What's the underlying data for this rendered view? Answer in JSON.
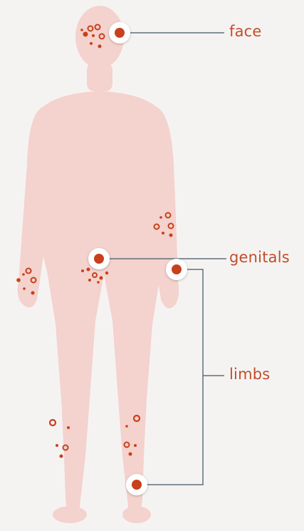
{
  "labels": {
    "face": "face",
    "genitals": "genitals",
    "limbs": "limbs"
  },
  "colors": {
    "body": "#f4d2cd",
    "marker": "#c9401b",
    "leader": "#5f6f7a",
    "label": "#c24e2a"
  }
}
